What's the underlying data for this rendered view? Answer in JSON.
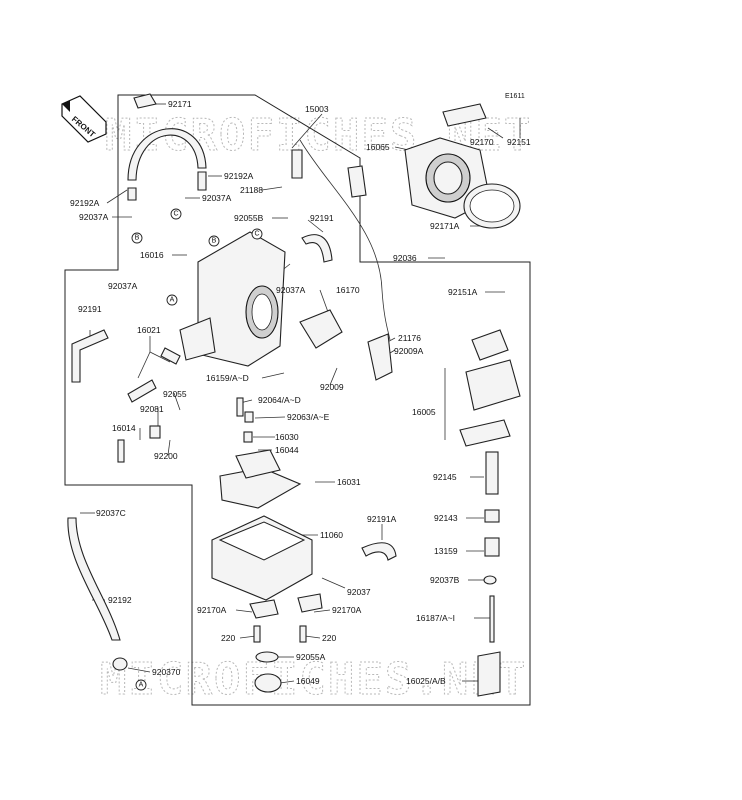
{
  "diagram_ref": "E1611",
  "front_label": "FRONT",
  "watermark": "MICROFICHES.NET",
  "callouts": {
    "a": "A",
    "b": "B",
    "c": "C"
  },
  "parts": {
    "p92171": "92171",
    "p15003": "15003",
    "p16065": "16065",
    "p92170": "92170",
    "p92151": "92151",
    "p92192A": "92192A",
    "p92192A_left": "92192A",
    "p92037A_1": "92037A",
    "p21188": "21188",
    "p92055B": "92055B",
    "p92191_top": "92191",
    "p92037A_2": "92037A",
    "p92171A": "92171A",
    "p16016": "16016",
    "p92036": "92036",
    "p92037A_3": "92037A",
    "p92037A_4": "92037A",
    "p16170": "16170",
    "p92151A": "92151A",
    "p92191_left": "92191",
    "p16021": "16021",
    "p21176": "21176",
    "p92009A": "92009A",
    "p16159": "16159/A~D",
    "p92009": "92009",
    "p92055": "92055",
    "p92081": "92081",
    "p92064": "92064/A~D",
    "p16005": "16005",
    "p92063": "92063/A~E",
    "p16014": "16014",
    "p16030": "16030",
    "p92200": "92200",
    "p16044": "16044",
    "p92145": "92145",
    "p16031": "16031",
    "p92037C": "92037C",
    "p92191A": "92191A",
    "p92143": "92143",
    "p11060": "11060",
    "p13159": "13159",
    "p92037": "92037",
    "p92037B": "92037B",
    "p92192": "92192",
    "p92170A_l": "92170A",
    "p92170A_r": "92170A",
    "p16187": "16187/A~I",
    "p220_l": "220",
    "p220_r": "220",
    "p92055A": "92055A",
    "p920370": "920370",
    "p16049": "16049",
    "p16025": "16025/A/B"
  }
}
